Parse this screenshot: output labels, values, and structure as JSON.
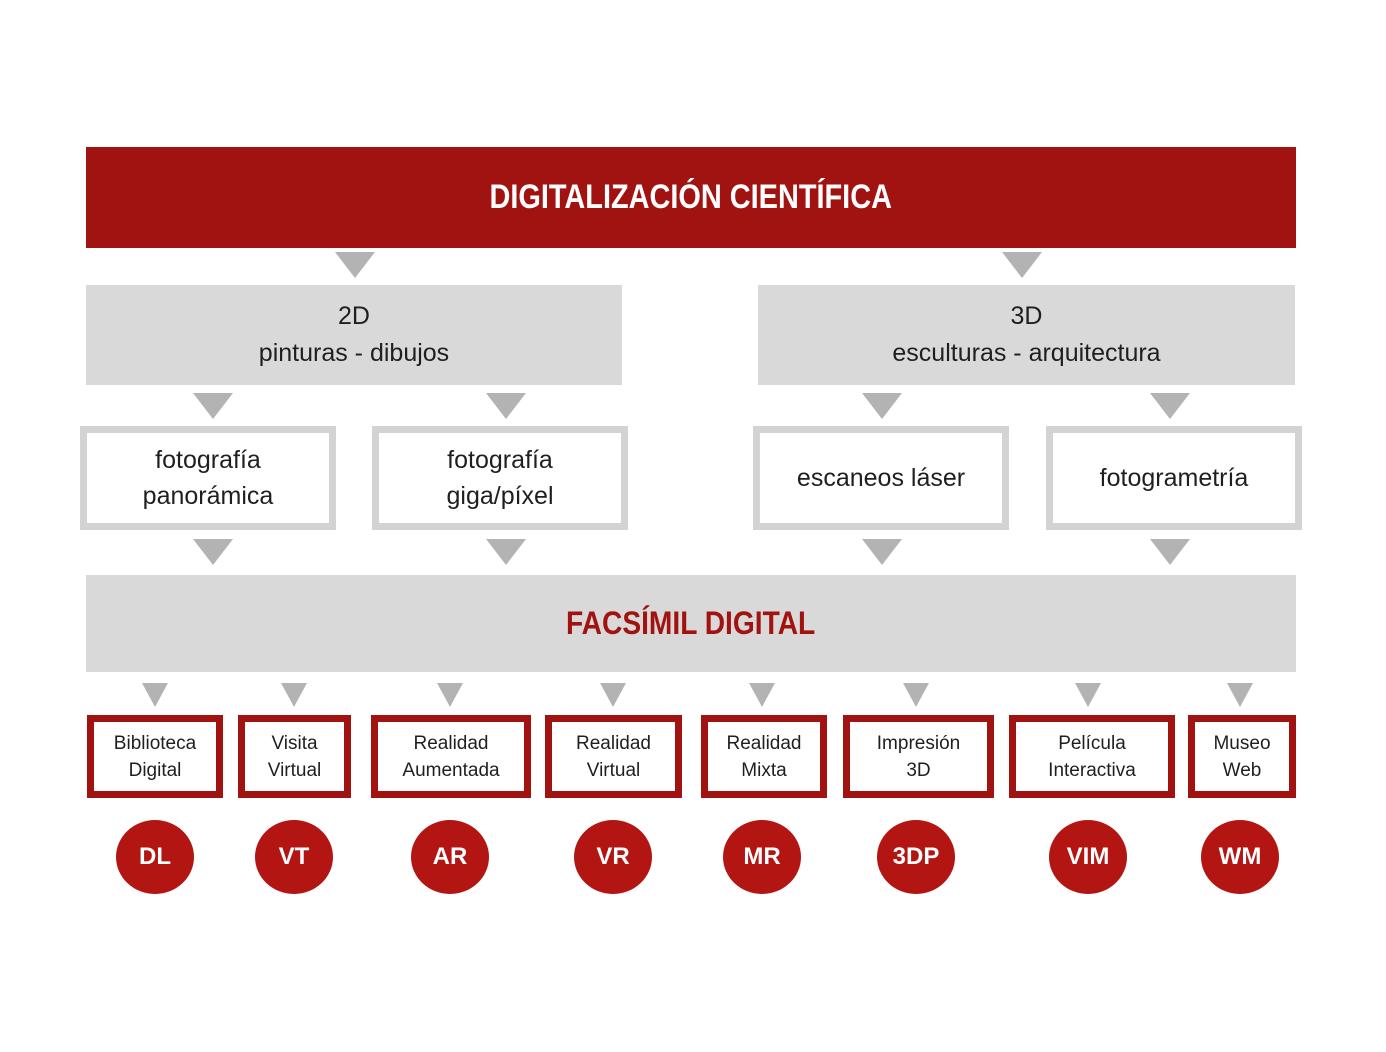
{
  "colors": {
    "dark_red": "#A11310",
    "circle_red": "#B31513",
    "panel_gray": "#D9D9D9",
    "frame_gray": "#D3D3D3",
    "arrow_gray": "#B3B3B3",
    "text_black": "#1f1f1f",
    "text_white": "#ffffff"
  },
  "top_banner": {
    "label": "DIGITALIZACIÓN CIENTÍFICA"
  },
  "branches": [
    {
      "title": "2D",
      "subtitle": "pinturas - dibujos"
    },
    {
      "title": "3D",
      "subtitle": "esculturas - arquitectura"
    }
  ],
  "methods": [
    {
      "line1": "fotografía",
      "line2": "panorámica"
    },
    {
      "line1": "fotografía",
      "line2": "giga/píxel"
    },
    {
      "line1": "escaneos láser",
      "line2": ""
    },
    {
      "line1": "fotogrametría",
      "line2": ""
    }
  ],
  "mid_banner": {
    "label": "FACSÍMIL DIGITAL"
  },
  "outputs": [
    {
      "line1": "Biblioteca",
      "line2": "Digital",
      "code": "DL"
    },
    {
      "line1": "Visita",
      "line2": "Virtual",
      "code": "VT"
    },
    {
      "line1": "Realidad",
      "line2": "Aumentada",
      "code": "AR"
    },
    {
      "line1": "Realidad",
      "line2": "Virtual",
      "code": "VR"
    },
    {
      "line1": "Realidad",
      "line2": "Mixta",
      "code": "MR"
    },
    {
      "line1": "Impresión",
      "line2": "3D",
      "code": "3DP"
    },
    {
      "line1": "Película",
      "line2": "Interactiva",
      "code": "VIM"
    },
    {
      "line1": "Museo",
      "line2": "Web",
      "code": "WM"
    }
  ]
}
